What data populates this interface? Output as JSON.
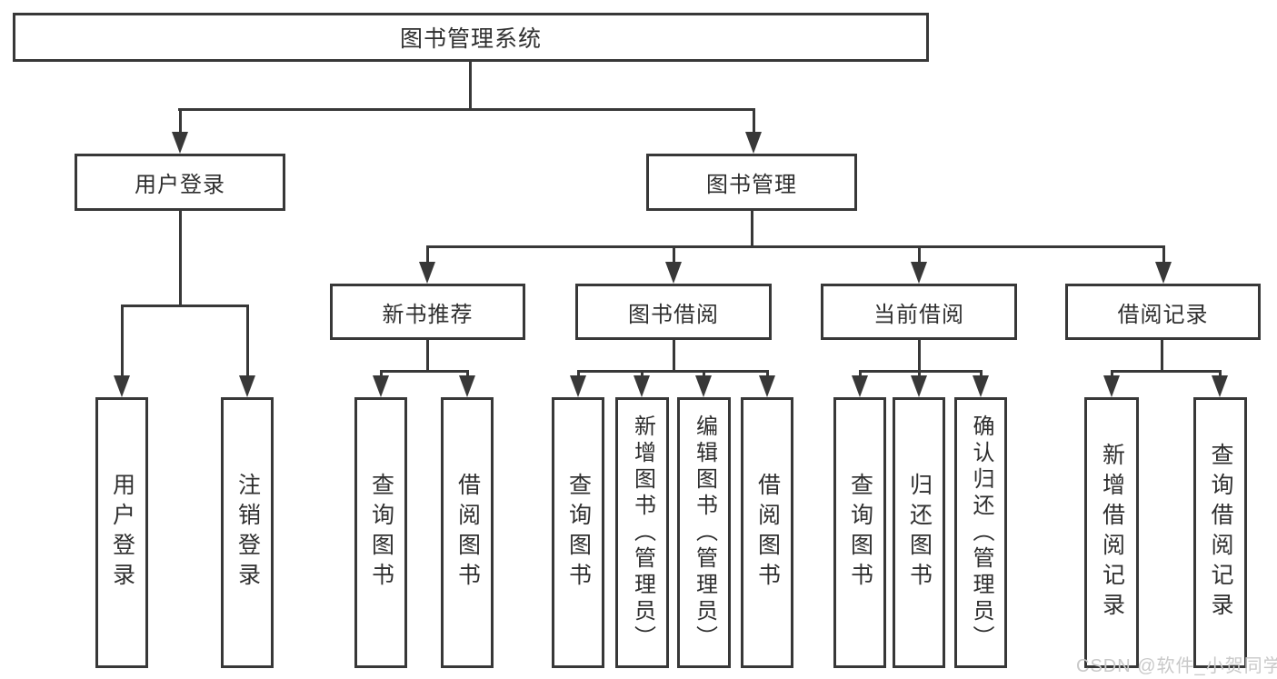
{
  "root": {
    "label": "图书管理系统"
  },
  "level2": {
    "user_login": {
      "label": "用户登录"
    },
    "book_management": {
      "label": "图书管理"
    }
  },
  "level3": {
    "new_book_recommend": {
      "label": "新书推荐"
    },
    "book_borrowing": {
      "label": "图书借阅"
    },
    "current_borrowing": {
      "label": "当前借阅"
    },
    "borrowing_records": {
      "label": "借阅记录"
    }
  },
  "leaves": {
    "user_login_children": [
      {
        "label": "用户登录"
      },
      {
        "label": "注销登录"
      }
    ],
    "new_book_children": [
      {
        "label": "查询图书"
      },
      {
        "label": "借阅图书"
      }
    ],
    "book_borrowing_children": [
      {
        "label": "查询图书"
      },
      {
        "label": "新增图书（管理员）"
      },
      {
        "label": "编辑图书（管理员）"
      },
      {
        "label": "借阅图书"
      }
    ],
    "current_borrowing_children": [
      {
        "label": "查询图书"
      },
      {
        "label": "归还图书"
      },
      {
        "label": "确认归还（管理员）"
      }
    ],
    "borrowing_records_children": [
      {
        "label": "新增借阅记录"
      },
      {
        "label": "查询借阅记录"
      }
    ]
  },
  "watermark": {
    "text": "CSDN @软件_小贺同学"
  },
  "colors": {
    "line": "#383838",
    "text": "#2f2f2f",
    "watermark": "#c9c9c9",
    "background": "#ffffff"
  }
}
